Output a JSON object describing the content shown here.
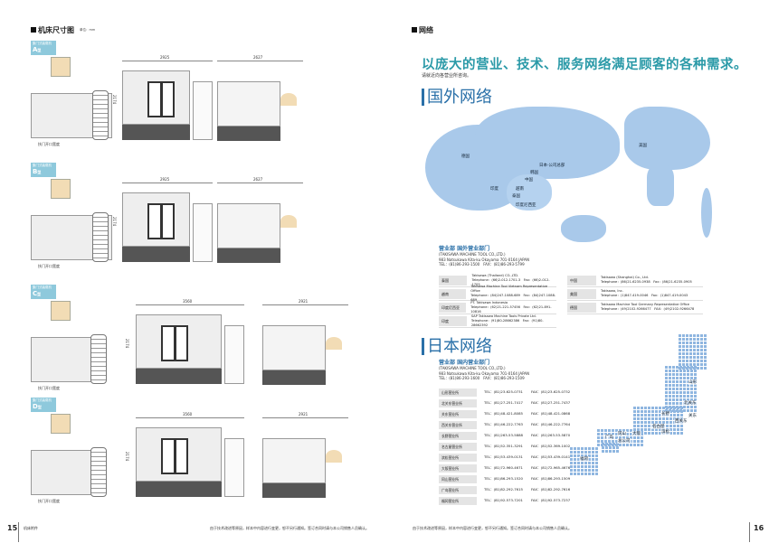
{
  "left": {
    "title": "机床尺寸图",
    "unit": "单位：mm",
    "variants": [
      {
        "tag": "集门式装载机",
        "type": "A",
        "suffix": "型",
        "width": "2925",
        "depth": "2627",
        "height": "2174",
        "door": "扶门开口宽度"
      },
      {
        "tag": "集门式装载机",
        "type": "B",
        "suffix": "型",
        "width": "2925",
        "depth": "2627",
        "height": "2174",
        "door": "扶门开口宽度"
      },
      {
        "tag": "集门式装载机",
        "type": "C",
        "suffix": "型",
        "width": "3560",
        "depth": "2921",
        "height": "2174",
        "door": "扶门开口宽度"
      },
      {
        "tag": "集门式装载机",
        "type": "D",
        "suffix": "型",
        "width": "3560",
        "depth": "2921",
        "height": "2174",
        "door": "扶门开口宽度"
      }
    ],
    "page_no": "15",
    "section": "机床附件",
    "note": "由于技术改进等原因，样本中内容进行变更，恕不另行通知。签订合同时请与本公司销售人员确认。"
  },
  "right": {
    "section": "网络",
    "headline": "以庞大的营业、技术、服务网络满足顾客的各种需求。",
    "sub": "请就近向各营业所咨询。",
    "overseas_title": "国外网络",
    "map_labels": [
      "美国",
      "日本·公司总部",
      "韩国",
      "中国",
      "德国",
      "越南",
      "泰国",
      "印度",
      "印度尼西亚"
    ],
    "overseas_dept": {
      "title": "营业部 国外营业部门",
      "company": "(TAKISAWA MACHINE TOOL CO.,LTD.)",
      "address": "983 Natsukawa Kita-ku Okayama 701-0164 JAPAN",
      "tel": "TEL：(81)86-293-1500　FAX：(81)86-293-5799"
    },
    "overseas_left": [
      {
        "country": "泰国",
        "name": "Takisawa (Thailand) CO.,LTD.",
        "phone": "Telephone：(66)2-012-1701-3　Fax：(66)2-012-1705"
      },
      {
        "country": "越南",
        "name": "Takisawa Machine Tool Vietnam Representative Office",
        "phone": "Telephone：(84)247-1088-689　Fax：(84)247-1088-689"
      },
      {
        "country": "印度尼西亚",
        "name": "PT. Takisawa Indonesia",
        "phone": "Telephone：(62)21-221-57456　Fax：(62)21-891-10816"
      },
      {
        "country": "印度",
        "name": "SAP Takisawa Machine Tools Private Ltd.",
        "phone": "Telephone：(91)80-28662386　Fax：(91)80-28662392"
      }
    ],
    "overseas_right": [
      {
        "country": "中国",
        "name": "Takisawa (Shanghai) Co., Ltd.",
        "phone": "Telephone：(86)21-6235-0938　Fax：(86)21-6235-0905"
      },
      {
        "country": "美国",
        "name": "Takisawa, Inc.",
        "phone": "Telephone：(1)847-419-0046　Fax：(1)847-419-0043"
      },
      {
        "country": "德国",
        "name": "Takisawa Machine Tool Germany Representative Office",
        "phone": "Telephone：(49)2102-9266477　FAX：(49)2102-9266478"
      }
    ],
    "japan_title": "日本网络",
    "japan_dept": {
      "title": "营业部 国内营业部门",
      "company": "(TAKISAWA MACHINE TOOL CO.,LTD.)",
      "address": "983 Natsukawa Kita-ku Okayama 701-0164 JAPAN",
      "tel": "TEL：(81)86-293-1600　FAX：(81)86-293-1509"
    },
    "offices": [
      {
        "name": "山形营业所",
        "tel": "TEL：(81)23-625-0731",
        "fax": "FAX：(81)23-625-0732"
      },
      {
        "name": "北关东营业所",
        "tel": "TEL：(81)27-251-7417",
        "fax": "FAX：(81)27-251-7437"
      },
      {
        "name": "关东营业所",
        "tel": "TEL：(81)48-421-8085",
        "fax": "FAX：(81)48-421-0868"
      },
      {
        "name": "西关东营业所",
        "tel": "TEL：(81)46-222-7763",
        "fax": "FAX：(81)46-222-7764"
      },
      {
        "name": "长野营业所",
        "tel": "TEL：(81)263-53-5888",
        "fax": "FAX：(81)263-53-5870"
      },
      {
        "name": "名古屋营业所",
        "tel": "TEL：(81)52-351-3291",
        "fax": "FAX：(81)52-369-1002"
      },
      {
        "name": "滨松营业所",
        "tel": "TEL：(81)53-439-0131",
        "fax": "FAX：(81)53-439-0141"
      },
      {
        "name": "大阪营业所",
        "tel": "TEL：(81)72-960-4671",
        "fax": "FAX：(81)72-965-4676"
      },
      {
        "name": "冈山营业所",
        "tel": "TEL：(81)86-293-1520",
        "fax": "FAX：(81)86-293-1509"
      },
      {
        "name": "广岛营业所",
        "tel": "TEL：(81)82-292-7615",
        "fax": "FAX：(81)82-292-7616"
      },
      {
        "name": "福冈营业所",
        "tel": "TEL：(81)92-573-7201",
        "fax": "FAX：(81)92-573-7237"
      }
    ],
    "japan_labels": [
      "山形",
      "北关东",
      "关东",
      "西关东",
      "长野",
      "名古屋",
      "滨松",
      "大阪",
      "冈山",
      "总公司",
      "广岛",
      "福冈"
    ],
    "page_no": "16",
    "note": "由于技术改进等原因，样本中内容进行变更，恕不另行通知。签订合同时请与本公司销售人员确认。"
  }
}
